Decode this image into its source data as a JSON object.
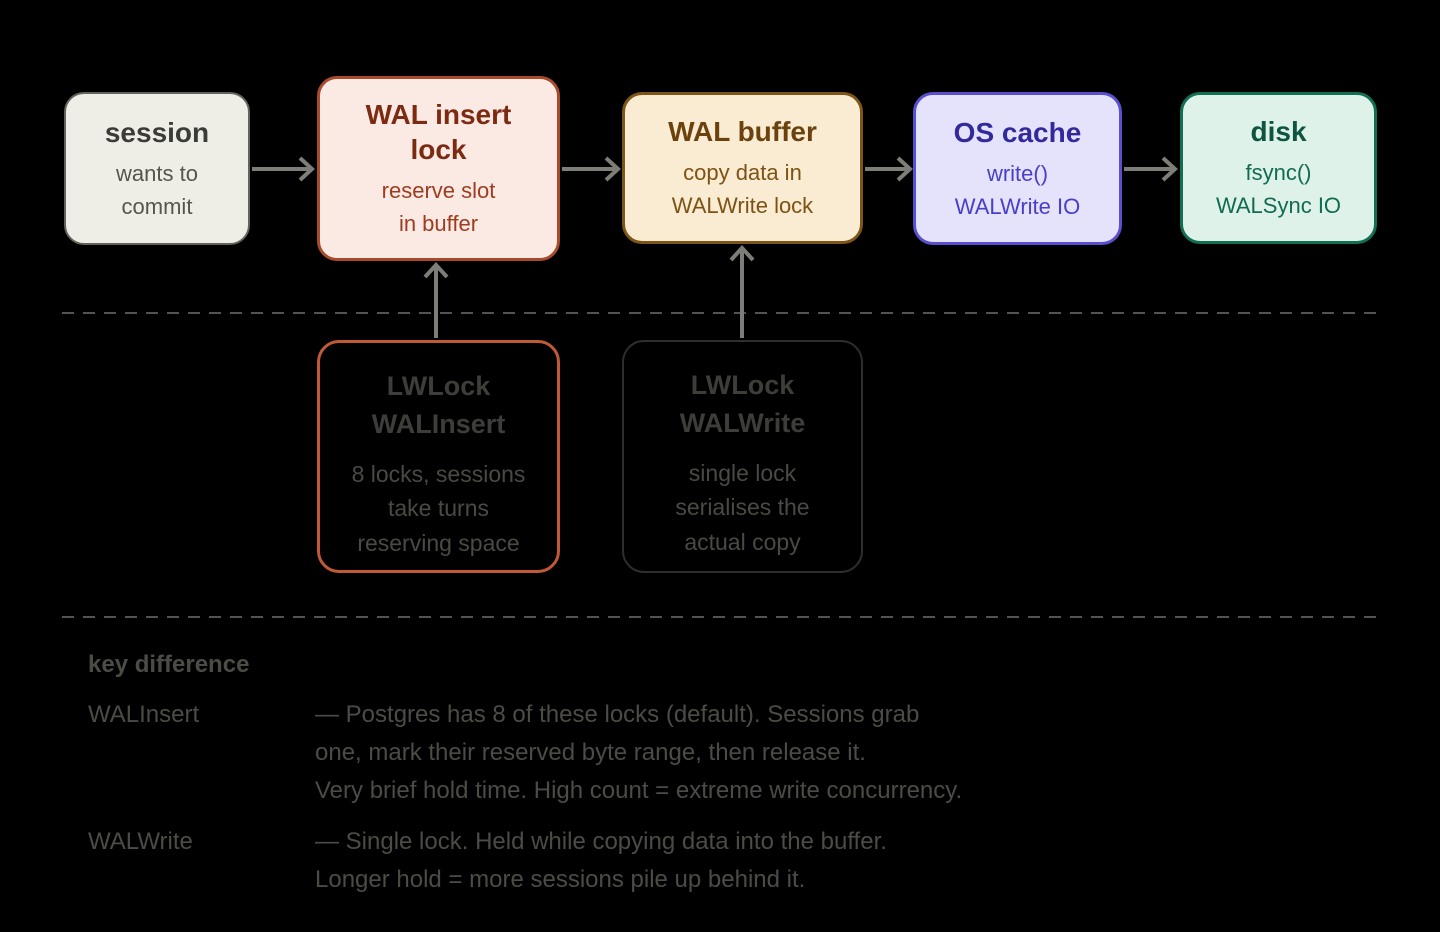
{
  "palette": {
    "background": "#000000",
    "arrow": "#7e7e78",
    "dashed_divider": "#54544e",
    "session": {
      "fill": "#efeee6",
      "border": "#63635d",
      "title": "#3b3b37",
      "subtitle": "#55554f"
    },
    "wal_insert_lock": {
      "fill": "#fbe9e3",
      "border": "#a84a2c",
      "title": "#7c2a12",
      "subtitle": "#9e3c20"
    },
    "wal_buffer": {
      "fill": "#f9ecd2",
      "border": "#7d5518",
      "title": "#6b420e",
      "subtitle": "#7d5214"
    },
    "os_cache": {
      "fill": "#e4e3fb",
      "border": "#5a50cf",
      "title": "#33299c",
      "subtitle": "#4a3ec8"
    },
    "disk": {
      "fill": "#dff2e9",
      "border": "#136f54",
      "title": "#0e5440",
      "subtitle": "#116b50"
    },
    "lwlock_walinsert_border": "#bf5936",
    "lwlock_walwrite_border": "#2e2e2c",
    "dim_title_text": "#3d3d39",
    "dim_body_text": "#4a4a44",
    "notes_text": "#4c4c46"
  },
  "flow": {
    "boxes": [
      {
        "id": "session",
        "title": "session",
        "subtitle": "wants to\ncommit"
      },
      {
        "id": "wal-insert-lock",
        "title": "WAL insert\nlock",
        "subtitle": "reserve slot\nin buffer"
      },
      {
        "id": "wal-buffer",
        "title": "WAL buffer",
        "subtitle": "copy data in\nWALWrite lock"
      },
      {
        "id": "os-cache",
        "title": "OS cache",
        "subtitle": "write()\nWALWrite IO"
      },
      {
        "id": "disk",
        "title": "disk",
        "subtitle": "fsync()\nWALSync IO"
      }
    ]
  },
  "locks": {
    "walinsert": {
      "title": "LWLock\nWALInsert",
      "body": "8 locks, sessions\ntake turns\nreserving space"
    },
    "walwrite": {
      "title": "LWLock\nWALWrite",
      "body": "single lock\nserialises the\nactual copy"
    }
  },
  "notes": {
    "heading": "key difference",
    "rows": [
      {
        "label": "WALInsert",
        "text": "— Postgres has 8 of these locks (default). Sessions grab\none, mark their reserved byte range, then release it.\nVery brief hold time. High count = extreme write concurrency."
      },
      {
        "label": "WALWrite",
        "text": "— Single lock. Held while copying data into the buffer.\nLonger hold = more sessions pile up behind it."
      }
    ]
  }
}
